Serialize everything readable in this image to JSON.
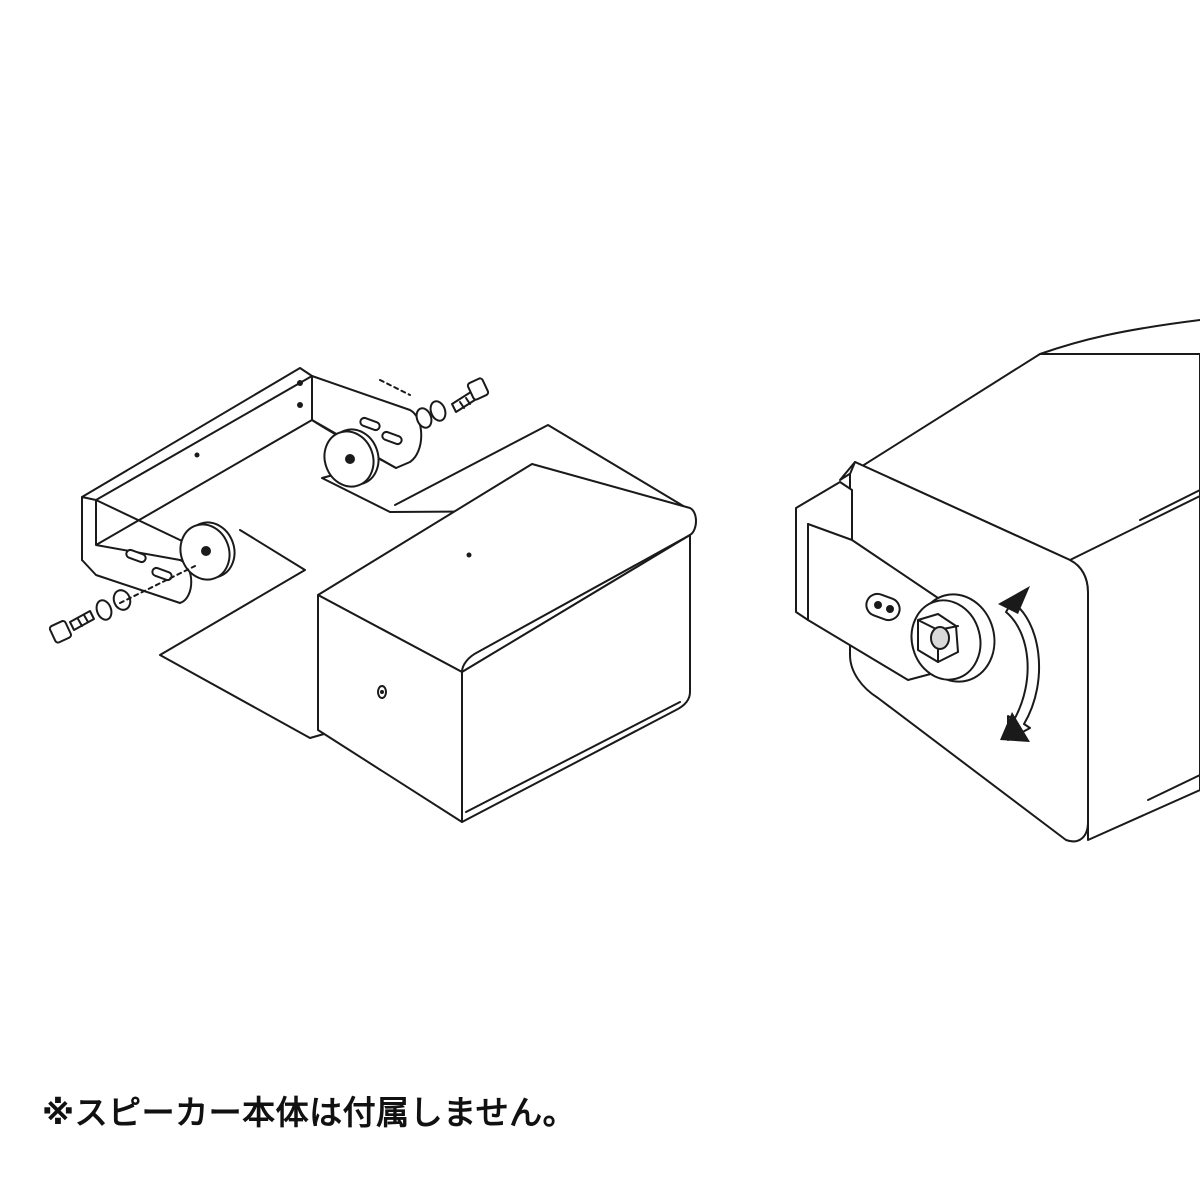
{
  "caption": {
    "text": "※スピーカー本体は付属しません。"
  },
  "illustration": {
    "left_view": "exploded-bracket-assembly",
    "right_view": "mounted-bracket-detail",
    "icons": [
      "u-bracket",
      "speaker-box",
      "bolt",
      "washer",
      "rotation-arrow"
    ]
  },
  "colors": {
    "line": "#1a1a1a",
    "fill": "#ffffff",
    "text": "#111111"
  }
}
